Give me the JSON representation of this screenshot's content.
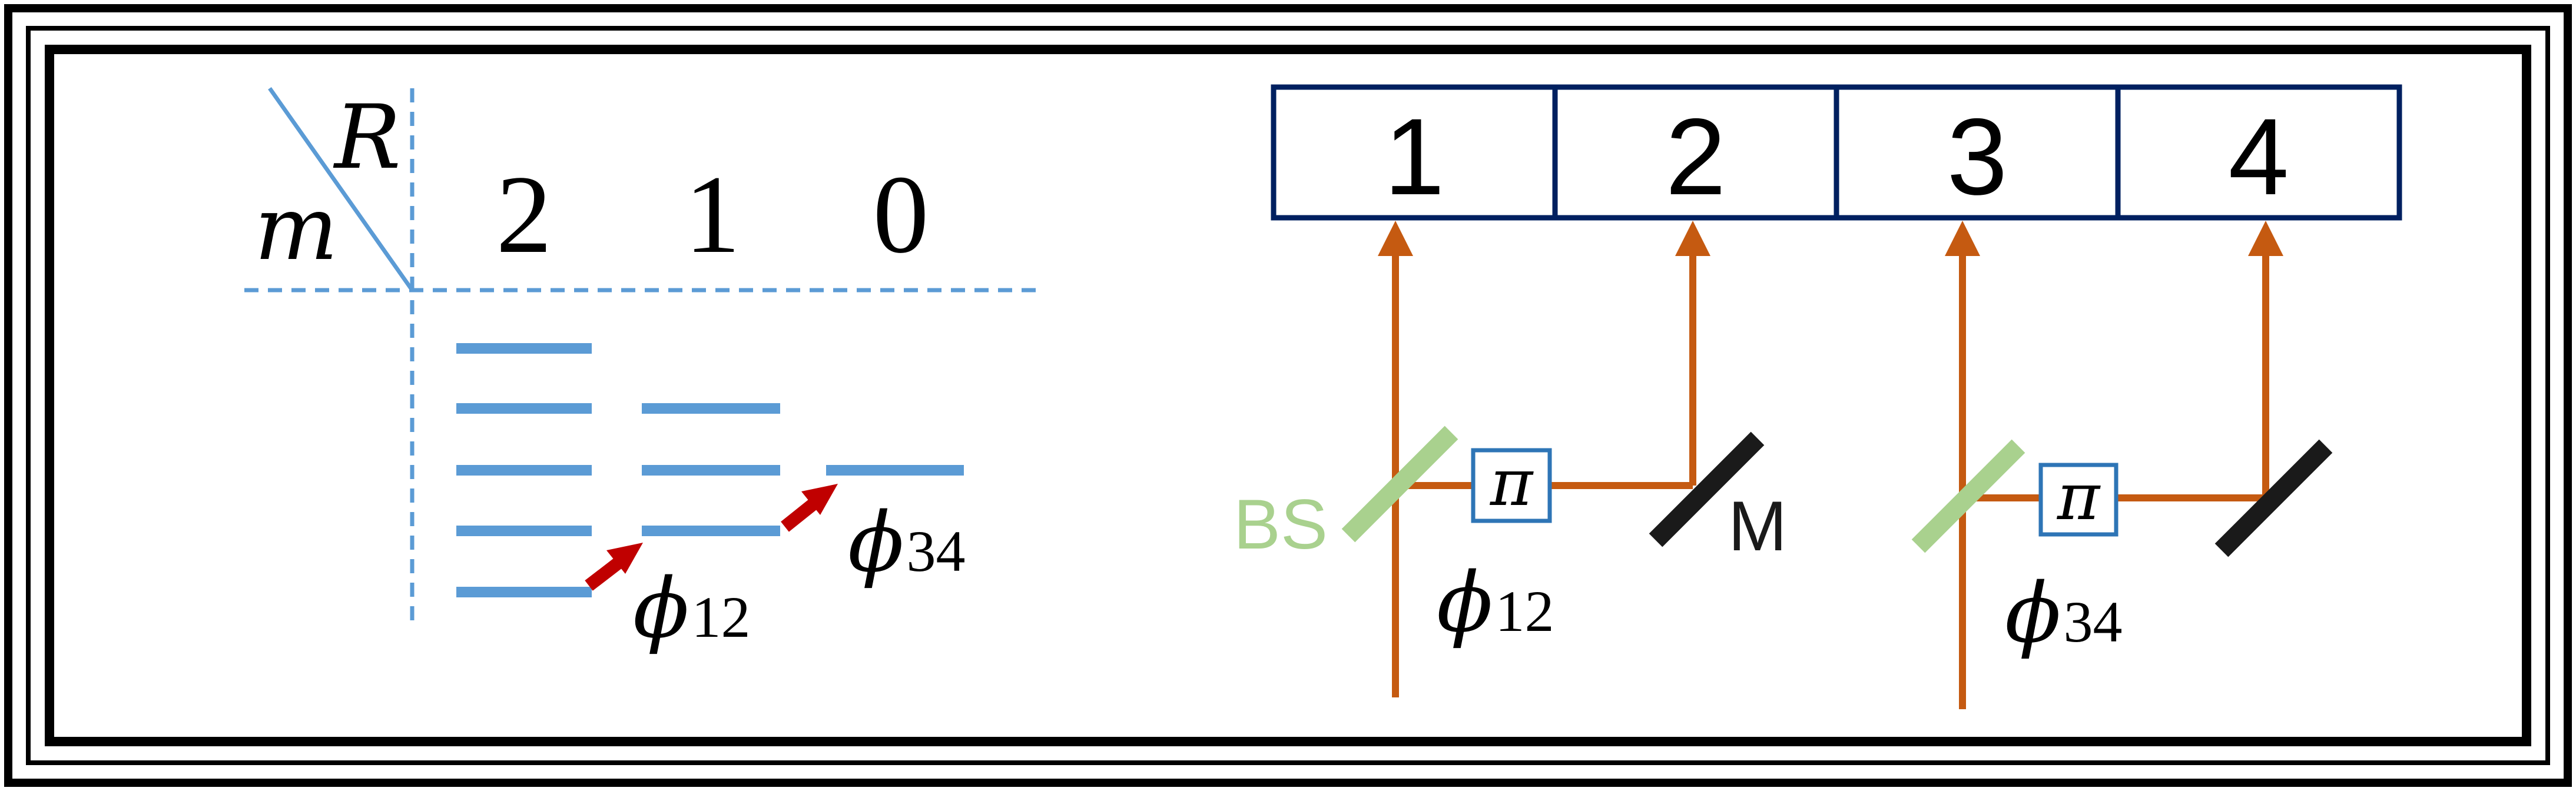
{
  "left_panel": {
    "corner_row_label": "R",
    "corner_col_label": "m",
    "column_headers": [
      "2",
      "1",
      "0"
    ],
    "level_counts": [
      5,
      3,
      1
    ],
    "phase_labels": [
      {
        "symbol": "ϕ",
        "subscript": "12"
      },
      {
        "symbol": "ϕ",
        "subscript": "34"
      }
    ]
  },
  "right_panel": {
    "detectors": [
      "1",
      "2",
      "3",
      "4"
    ],
    "interferometers": [
      {
        "phase_plate": "π",
        "phase_symbol": "ϕ",
        "phase_subscript": "12",
        "beamsplitter_label": "BS",
        "mirror_label": "M"
      },
      {
        "phase_plate": "π",
        "phase_symbol": "ϕ",
        "phase_subscript": "34",
        "beamsplitter_label": "",
        "mirror_label": ""
      }
    ]
  },
  "colors": {
    "frame": "#000000",
    "level_blue": "#5b9bd5",
    "dash_blue": "#5b9bd5",
    "arrow_red": "#c00000",
    "beam_orange": "#c55a11",
    "detector_navy": "#002060",
    "beamsplitter_green": "#a9d18e",
    "mirror_black": "#1a1a1a",
    "phase_box_blue": "#2e75b6"
  }
}
